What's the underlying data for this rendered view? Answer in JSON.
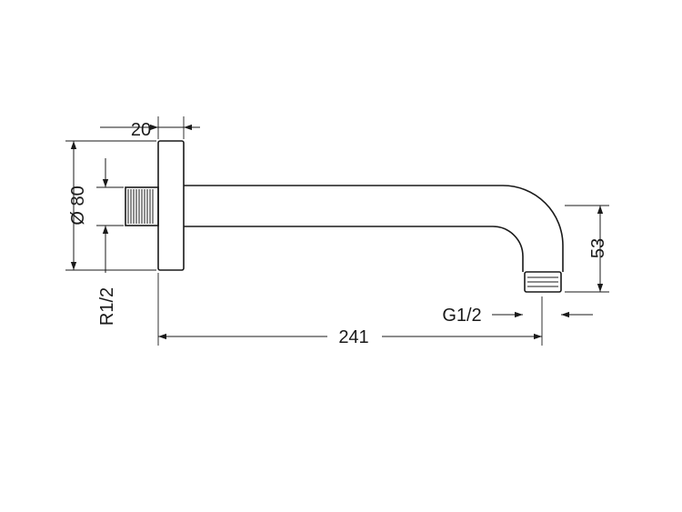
{
  "labels": {
    "flange_thickness": "20",
    "flange_diameter": "Ø 80",
    "inlet_thread": "R1/2",
    "projection": "241",
    "outlet_thread": "G1/2",
    "drop": "53"
  },
  "colors": {
    "line": "#1a1a1a",
    "background": "#ffffff"
  }
}
